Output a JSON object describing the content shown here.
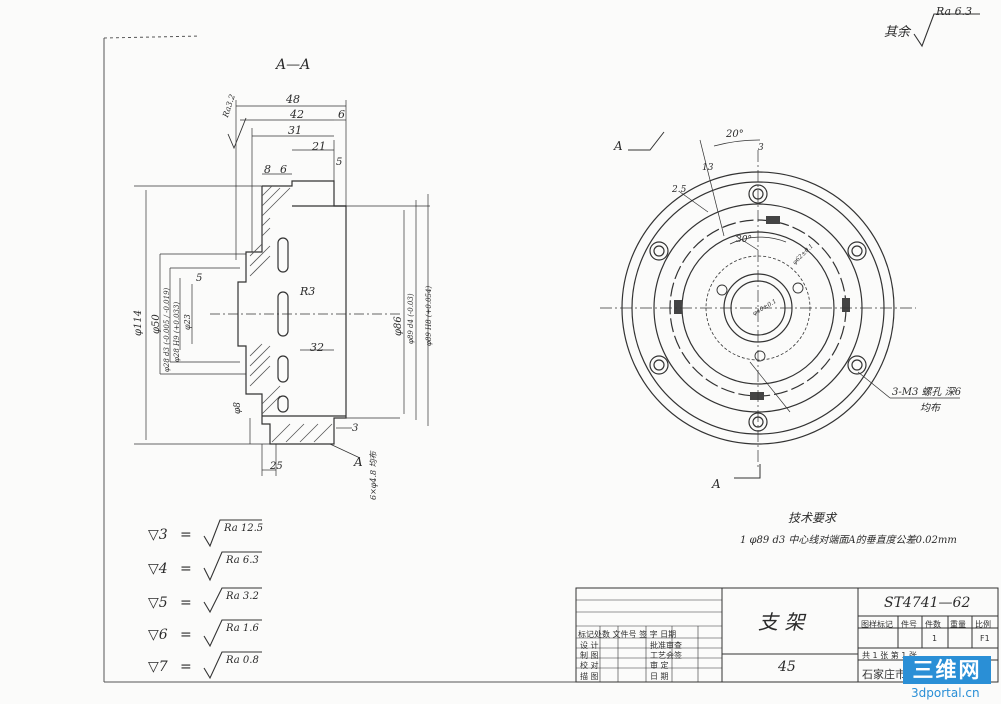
{
  "corner_note": {
    "prefix": "其余",
    "ra": "Ra 6.3"
  },
  "section": {
    "title": "A—A",
    "dims": {
      "d48": "48",
      "d42": "42",
      "d6a": "6",
      "d31": "31",
      "d21": "21",
      "d5": "5",
      "d8": "8",
      "d6b": "6",
      "ra32": "Ra3.2",
      "d3": "3",
      "d25": "25",
      "r3": "R3",
      "d32": "32",
      "d5b": "5"
    },
    "vert": {
      "phi114": "φ114",
      "phi50": "φ50",
      "phi28a": "φ28 d3  (-0.005 / -0.019)",
      "phi28b": "φ28 H9  (+0.033)",
      "phi23": "φ23",
      "phi8": "φ8",
      "phi86": "φ86",
      "phi89d4": "φ89 d4 (-0.03)",
      "phi89h8": "φ89 H8 (+0.054)",
      "holes": "6×φ4.8 均布"
    },
    "callout_a": "A"
  },
  "end_view": {
    "a_top": "A",
    "a_bottom": "A",
    "angle20": "20°",
    "angle30": "30°",
    "d3": "3",
    "d13": "13",
    "d25": "2.5",
    "phi40": "φ40±0.1",
    "phi46": "φ62±0.1",
    "thread_note": "3-M3 螺孔 深6",
    "thread_note2": "均布"
  },
  "tech_req": {
    "title": "技术要求",
    "item": "1  φ89 d3 中心线对端面A的垂直度公差0.02mm"
  },
  "roughness_legend": [
    {
      "sym": "▽3",
      "eq": "=",
      "ra": "Ra 12.5"
    },
    {
      "sym": "▽4",
      "eq": "=",
      "ra": "Ra 6.3"
    },
    {
      "sym": "▽5",
      "eq": "=",
      "ra": "Ra 3.2"
    },
    {
      "sym": "▽6",
      "eq": "=",
      "ra": "Ra 1.6"
    },
    {
      "sym": "▽7",
      "eq": "=",
      "ra": "Ra 0.8"
    }
  ],
  "title_block": {
    "part_name": "支 架",
    "drawing_no": "ST4741—62",
    "sheet_no": "45",
    "col_marks": "标记处数 文件号 签 字 日期",
    "row1_a": "设  计",
    "row1_b": "批准审查",
    "row2_a": "制  图",
    "row2_b": "工艺会签",
    "row3_a": "校  对",
    "row3_b": "审  定",
    "row4_a": "描  图",
    "row4_b": "日  期",
    "hdr_stage": "图样标记",
    "hdr_qty": "件号",
    "hdr_count": "件数",
    "hdr_weight": "重量",
    "hdr_scale": "比例",
    "qty_val": "1",
    "scale_val": "F1",
    "sheets_lbl": "共  1  张   第  1  张",
    "factory": "石家庄市"
  },
  "watermark": {
    "big": "三维网",
    "small": "3dportal.cn"
  }
}
